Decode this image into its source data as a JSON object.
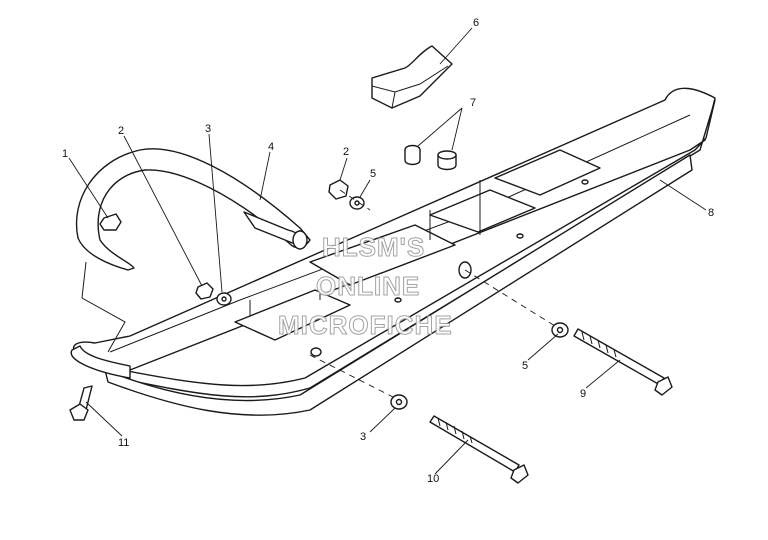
{
  "callouts": {
    "c1": "1",
    "c2a": "2",
    "c3a": "3",
    "c4": "4",
    "c2b": "2",
    "c5a": "5",
    "c6": "6",
    "c7": "7",
    "c8": "8",
    "c5b": "5",
    "c9": "9",
    "c3b": "3",
    "c10": "10",
    "c11": "11"
  },
  "watermark": {
    "line1": "HLSM'S",
    "line2": "ONLINE",
    "line3": "MICROFICHE"
  }
}
